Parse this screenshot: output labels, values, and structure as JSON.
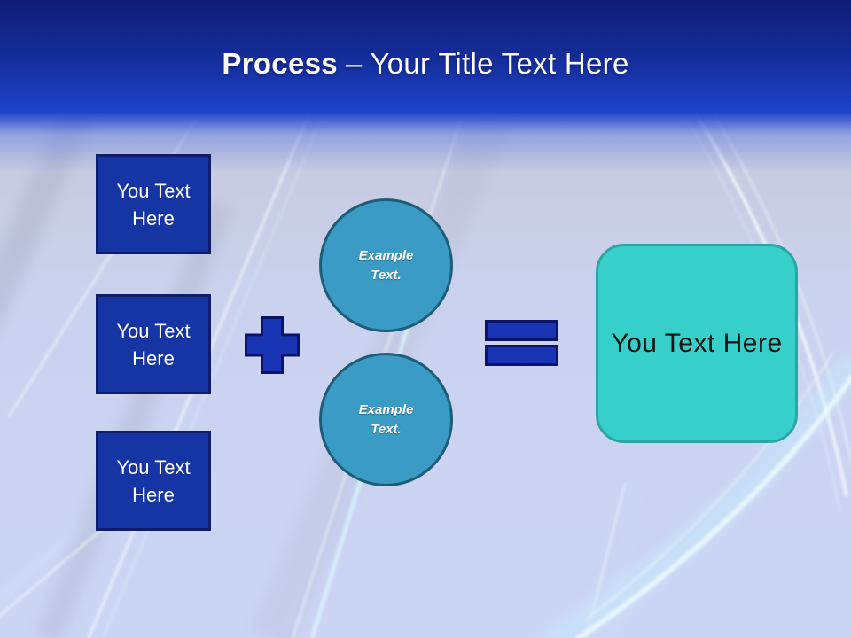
{
  "title": {
    "bold": "Process",
    "rest": "– Your Title Text Here"
  },
  "process_boxes": [
    {
      "label": "You Text Here"
    },
    {
      "label": "You Text Here"
    },
    {
      "label": "You Text Here"
    }
  ],
  "operators": {
    "plus_icon": "plus",
    "equals_icon": "equals"
  },
  "example_circles": [
    {
      "label": "Example Text."
    },
    {
      "label": "Example Text."
    }
  ],
  "result_box": {
    "label": "You Text Here"
  },
  "colors": {
    "header_top": "#101d78",
    "header_blue": "#1d42ca",
    "background": "#ccd4f3",
    "box_fill": "#1635a5",
    "box_border": "#101d6b",
    "operator_fill": "#1935b5",
    "operator_border": "#0c1468",
    "circle_fill": "#3a9cc5",
    "circle_border": "#1e5d79",
    "result_fill": "#36cfc9",
    "result_border": "#2aa7a3",
    "title_text": "#ffffff",
    "result_text": "#151515"
  }
}
